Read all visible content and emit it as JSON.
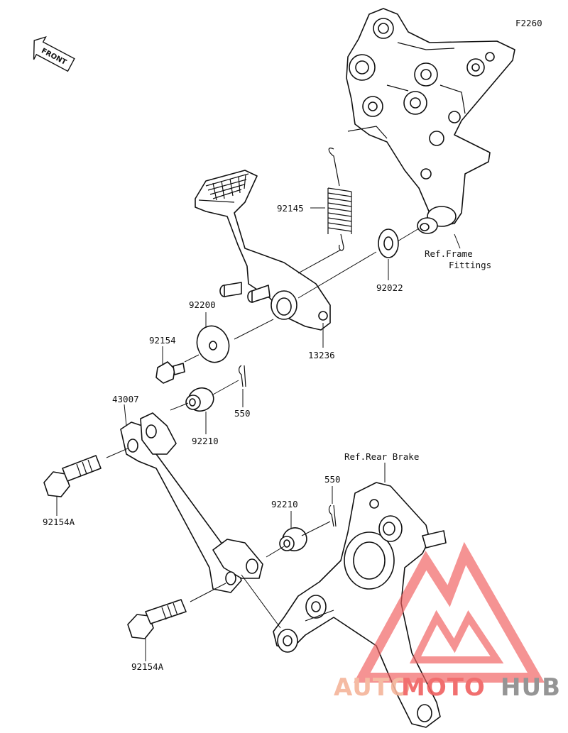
{
  "diagram": {
    "code": "F2260",
    "front_label": "FRONT",
    "labels": {
      "p92145": "92145",
      "p92022": "92022",
      "ref_frame_1": "Ref.Frame",
      "ref_frame_2": "Fittings",
      "p92200": "92200",
      "p92154": "92154",
      "p13236": "13236",
      "p550_top": "550",
      "p43007": "43007",
      "p92210_top": "92210",
      "ref_rear_brake": "Ref.Rear Brake",
      "p550_bottom": "550",
      "p92210_bottom": "92210",
      "p92154A_top": "92154A",
      "p92154A_bottom": "92154A"
    }
  },
  "watermark": {
    "text_auto": "AUTO",
    "text_moto": "MOTO",
    "text_hub": "HUB",
    "color_orange": "#f5b49a",
    "color_red": "#f06060",
    "color_dark": "#8a8a8a"
  }
}
